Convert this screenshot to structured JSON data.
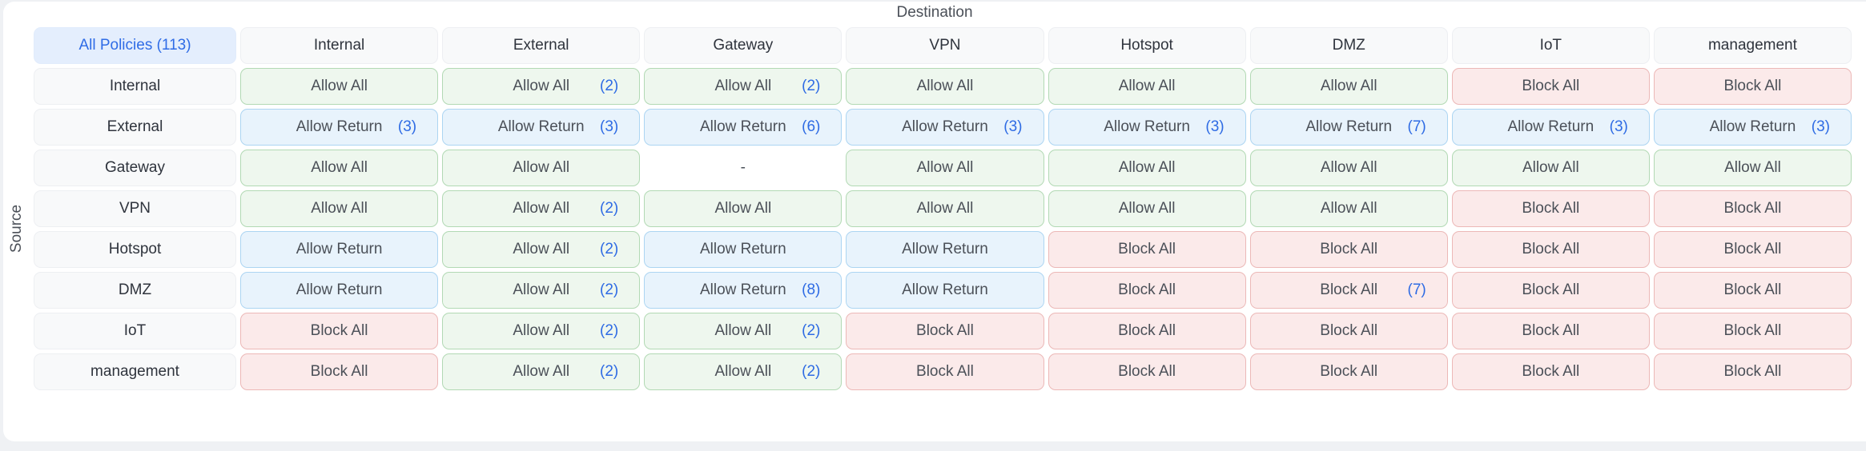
{
  "axis": {
    "destination": "Destination",
    "source": "Source"
  },
  "all_policies_label": "All Policies (113)",
  "destination_zones": [
    "Internal",
    "External",
    "Gateway",
    "VPN",
    "Hotspot",
    "DMZ",
    "IoT",
    "management"
  ],
  "matrix": [
    {
      "source": "Internal",
      "cells": [
        {
          "label": "Allow All",
          "count": "",
          "action": "allow"
        },
        {
          "label": "Allow All",
          "count": "(2)",
          "action": "allow"
        },
        {
          "label": "Allow All",
          "count": "(2)",
          "action": "allow"
        },
        {
          "label": "Allow All",
          "count": "",
          "action": "allow"
        },
        {
          "label": "Allow All",
          "count": "",
          "action": "allow"
        },
        {
          "label": "Allow All",
          "count": "",
          "action": "allow"
        },
        {
          "label": "Block All",
          "count": "",
          "action": "block"
        },
        {
          "label": "Block All",
          "count": "",
          "action": "block"
        }
      ]
    },
    {
      "source": "External",
      "cells": [
        {
          "label": "Allow Return",
          "count": "(3)",
          "action": "return"
        },
        {
          "label": "Allow Return",
          "count": "(3)",
          "action": "return"
        },
        {
          "label": "Allow Return",
          "count": "(6)",
          "action": "return"
        },
        {
          "label": "Allow Return",
          "count": "(3)",
          "action": "return"
        },
        {
          "label": "Allow Return",
          "count": "(3)",
          "action": "return"
        },
        {
          "label": "Allow Return",
          "count": "(7)",
          "action": "return"
        },
        {
          "label": "Allow Return",
          "count": "(3)",
          "action": "return"
        },
        {
          "label": "Allow Return",
          "count": "(3)",
          "action": "return"
        }
      ]
    },
    {
      "source": "Gateway",
      "cells": [
        {
          "label": "Allow All",
          "count": "",
          "action": "allow"
        },
        {
          "label": "Allow All",
          "count": "",
          "action": "allow"
        },
        {
          "label": "-",
          "count": "",
          "action": "none"
        },
        {
          "label": "Allow All",
          "count": "",
          "action": "allow"
        },
        {
          "label": "Allow All",
          "count": "",
          "action": "allow"
        },
        {
          "label": "Allow All",
          "count": "",
          "action": "allow"
        },
        {
          "label": "Allow All",
          "count": "",
          "action": "allow"
        },
        {
          "label": "Allow All",
          "count": "",
          "action": "allow"
        }
      ]
    },
    {
      "source": "VPN",
      "cells": [
        {
          "label": "Allow All",
          "count": "",
          "action": "allow"
        },
        {
          "label": "Allow All",
          "count": "(2)",
          "action": "allow"
        },
        {
          "label": "Allow All",
          "count": "",
          "action": "allow"
        },
        {
          "label": "Allow All",
          "count": "",
          "action": "allow"
        },
        {
          "label": "Allow All",
          "count": "",
          "action": "allow"
        },
        {
          "label": "Allow All",
          "count": "",
          "action": "allow"
        },
        {
          "label": "Block All",
          "count": "",
          "action": "block"
        },
        {
          "label": "Block All",
          "count": "",
          "action": "block"
        }
      ]
    },
    {
      "source": "Hotspot",
      "cells": [
        {
          "label": "Allow Return",
          "count": "",
          "action": "return"
        },
        {
          "label": "Allow All",
          "count": "(2)",
          "action": "allow"
        },
        {
          "label": "Allow Return",
          "count": "",
          "action": "return"
        },
        {
          "label": "Allow Return",
          "count": "",
          "action": "return"
        },
        {
          "label": "Block All",
          "count": "",
          "action": "block"
        },
        {
          "label": "Block All",
          "count": "",
          "action": "block"
        },
        {
          "label": "Block All",
          "count": "",
          "action": "block"
        },
        {
          "label": "Block All",
          "count": "",
          "action": "block"
        }
      ]
    },
    {
      "source": "DMZ",
      "cells": [
        {
          "label": "Allow Return",
          "count": "",
          "action": "return"
        },
        {
          "label": "Allow All",
          "count": "(2)",
          "action": "allow"
        },
        {
          "label": "Allow Return",
          "count": "(8)",
          "action": "return"
        },
        {
          "label": "Allow Return",
          "count": "",
          "action": "return"
        },
        {
          "label": "Block All",
          "count": "",
          "action": "block"
        },
        {
          "label": "Block All",
          "count": "(7)",
          "action": "block"
        },
        {
          "label": "Block All",
          "count": "",
          "action": "block"
        },
        {
          "label": "Block All",
          "count": "",
          "action": "block"
        }
      ]
    },
    {
      "source": "IoT",
      "cells": [
        {
          "label": "Block All",
          "count": "",
          "action": "block"
        },
        {
          "label": "Allow All",
          "count": "(2)",
          "action": "allow"
        },
        {
          "label": "Allow All",
          "count": "(2)",
          "action": "allow"
        },
        {
          "label": "Block All",
          "count": "",
          "action": "block"
        },
        {
          "label": "Block All",
          "count": "",
          "action": "block"
        },
        {
          "label": "Block All",
          "count": "",
          "action": "block"
        },
        {
          "label": "Block All",
          "count": "",
          "action": "block"
        },
        {
          "label": "Block All",
          "count": "",
          "action": "block"
        }
      ]
    },
    {
      "source": "management",
      "cells": [
        {
          "label": "Block All",
          "count": "",
          "action": "block"
        },
        {
          "label": "Allow All",
          "count": "(2)",
          "action": "allow"
        },
        {
          "label": "Allow All",
          "count": "(2)",
          "action": "allow"
        },
        {
          "label": "Block All",
          "count": "",
          "action": "block"
        },
        {
          "label": "Block All",
          "count": "",
          "action": "block"
        },
        {
          "label": "Block All",
          "count": "",
          "action": "block"
        },
        {
          "label": "Block All",
          "count": "",
          "action": "block"
        },
        {
          "label": "Block All",
          "count": "",
          "action": "block"
        }
      ]
    }
  ],
  "colors": {
    "allow_bg": "#eef7ee",
    "allow_border": "#b2d9b4",
    "return_bg": "#e8f3fc",
    "return_border": "#acd5f2",
    "block_bg": "#fbeaea",
    "block_border": "#ecb8b7",
    "header_bg": "#f8f9fa",
    "all_policies_bg": "#e4eefd",
    "all_policies_text": "#2f6ce6",
    "count_text": "#2e6be4",
    "cell_text": "#4b5058",
    "page_bg": "#eff1f4",
    "card_bg": "#ffffff"
  }
}
